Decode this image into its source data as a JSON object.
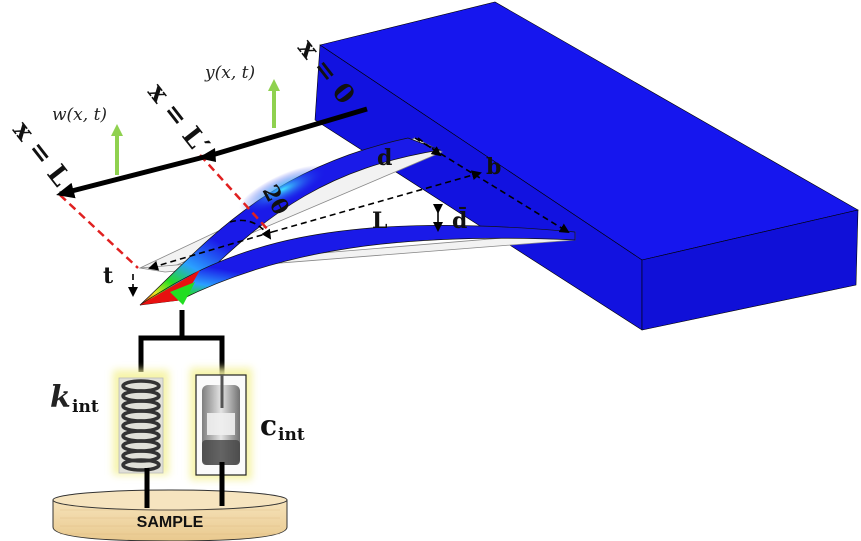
{
  "diagram": {
    "title": "V-shaped AFM cantilever with tip-sample interaction model",
    "labels": {
      "x_L": "x = L",
      "x_Lprime": "x = L′",
      "x_0": "x = 0",
      "w": "w(x, t)",
      "y": "y(x, t)",
      "d": "d",
      "b": "b",
      "L": "L",
      "dbar": "d̄",
      "two_theta": "2θ",
      "t": "t",
      "k_main": "k",
      "k_sub": "int",
      "c_main": "c",
      "c_sub": "int",
      "sample": "SAMPLE"
    },
    "colors": {
      "substrate": "#1414e6",
      "cantilever_base": "#1a1ae8",
      "cantilever_highlight": "#3fd6ff",
      "tip_green": "#22dd22",
      "tip_yellow": "#e8e820",
      "tip_red": "#e81010",
      "deflection_arrow": "#8fd14f",
      "reference_dash": "#e02020",
      "axis_line": "#000000",
      "sample_fill": "#f1d9a8",
      "component_glow": "#f5f3a0"
    }
  }
}
